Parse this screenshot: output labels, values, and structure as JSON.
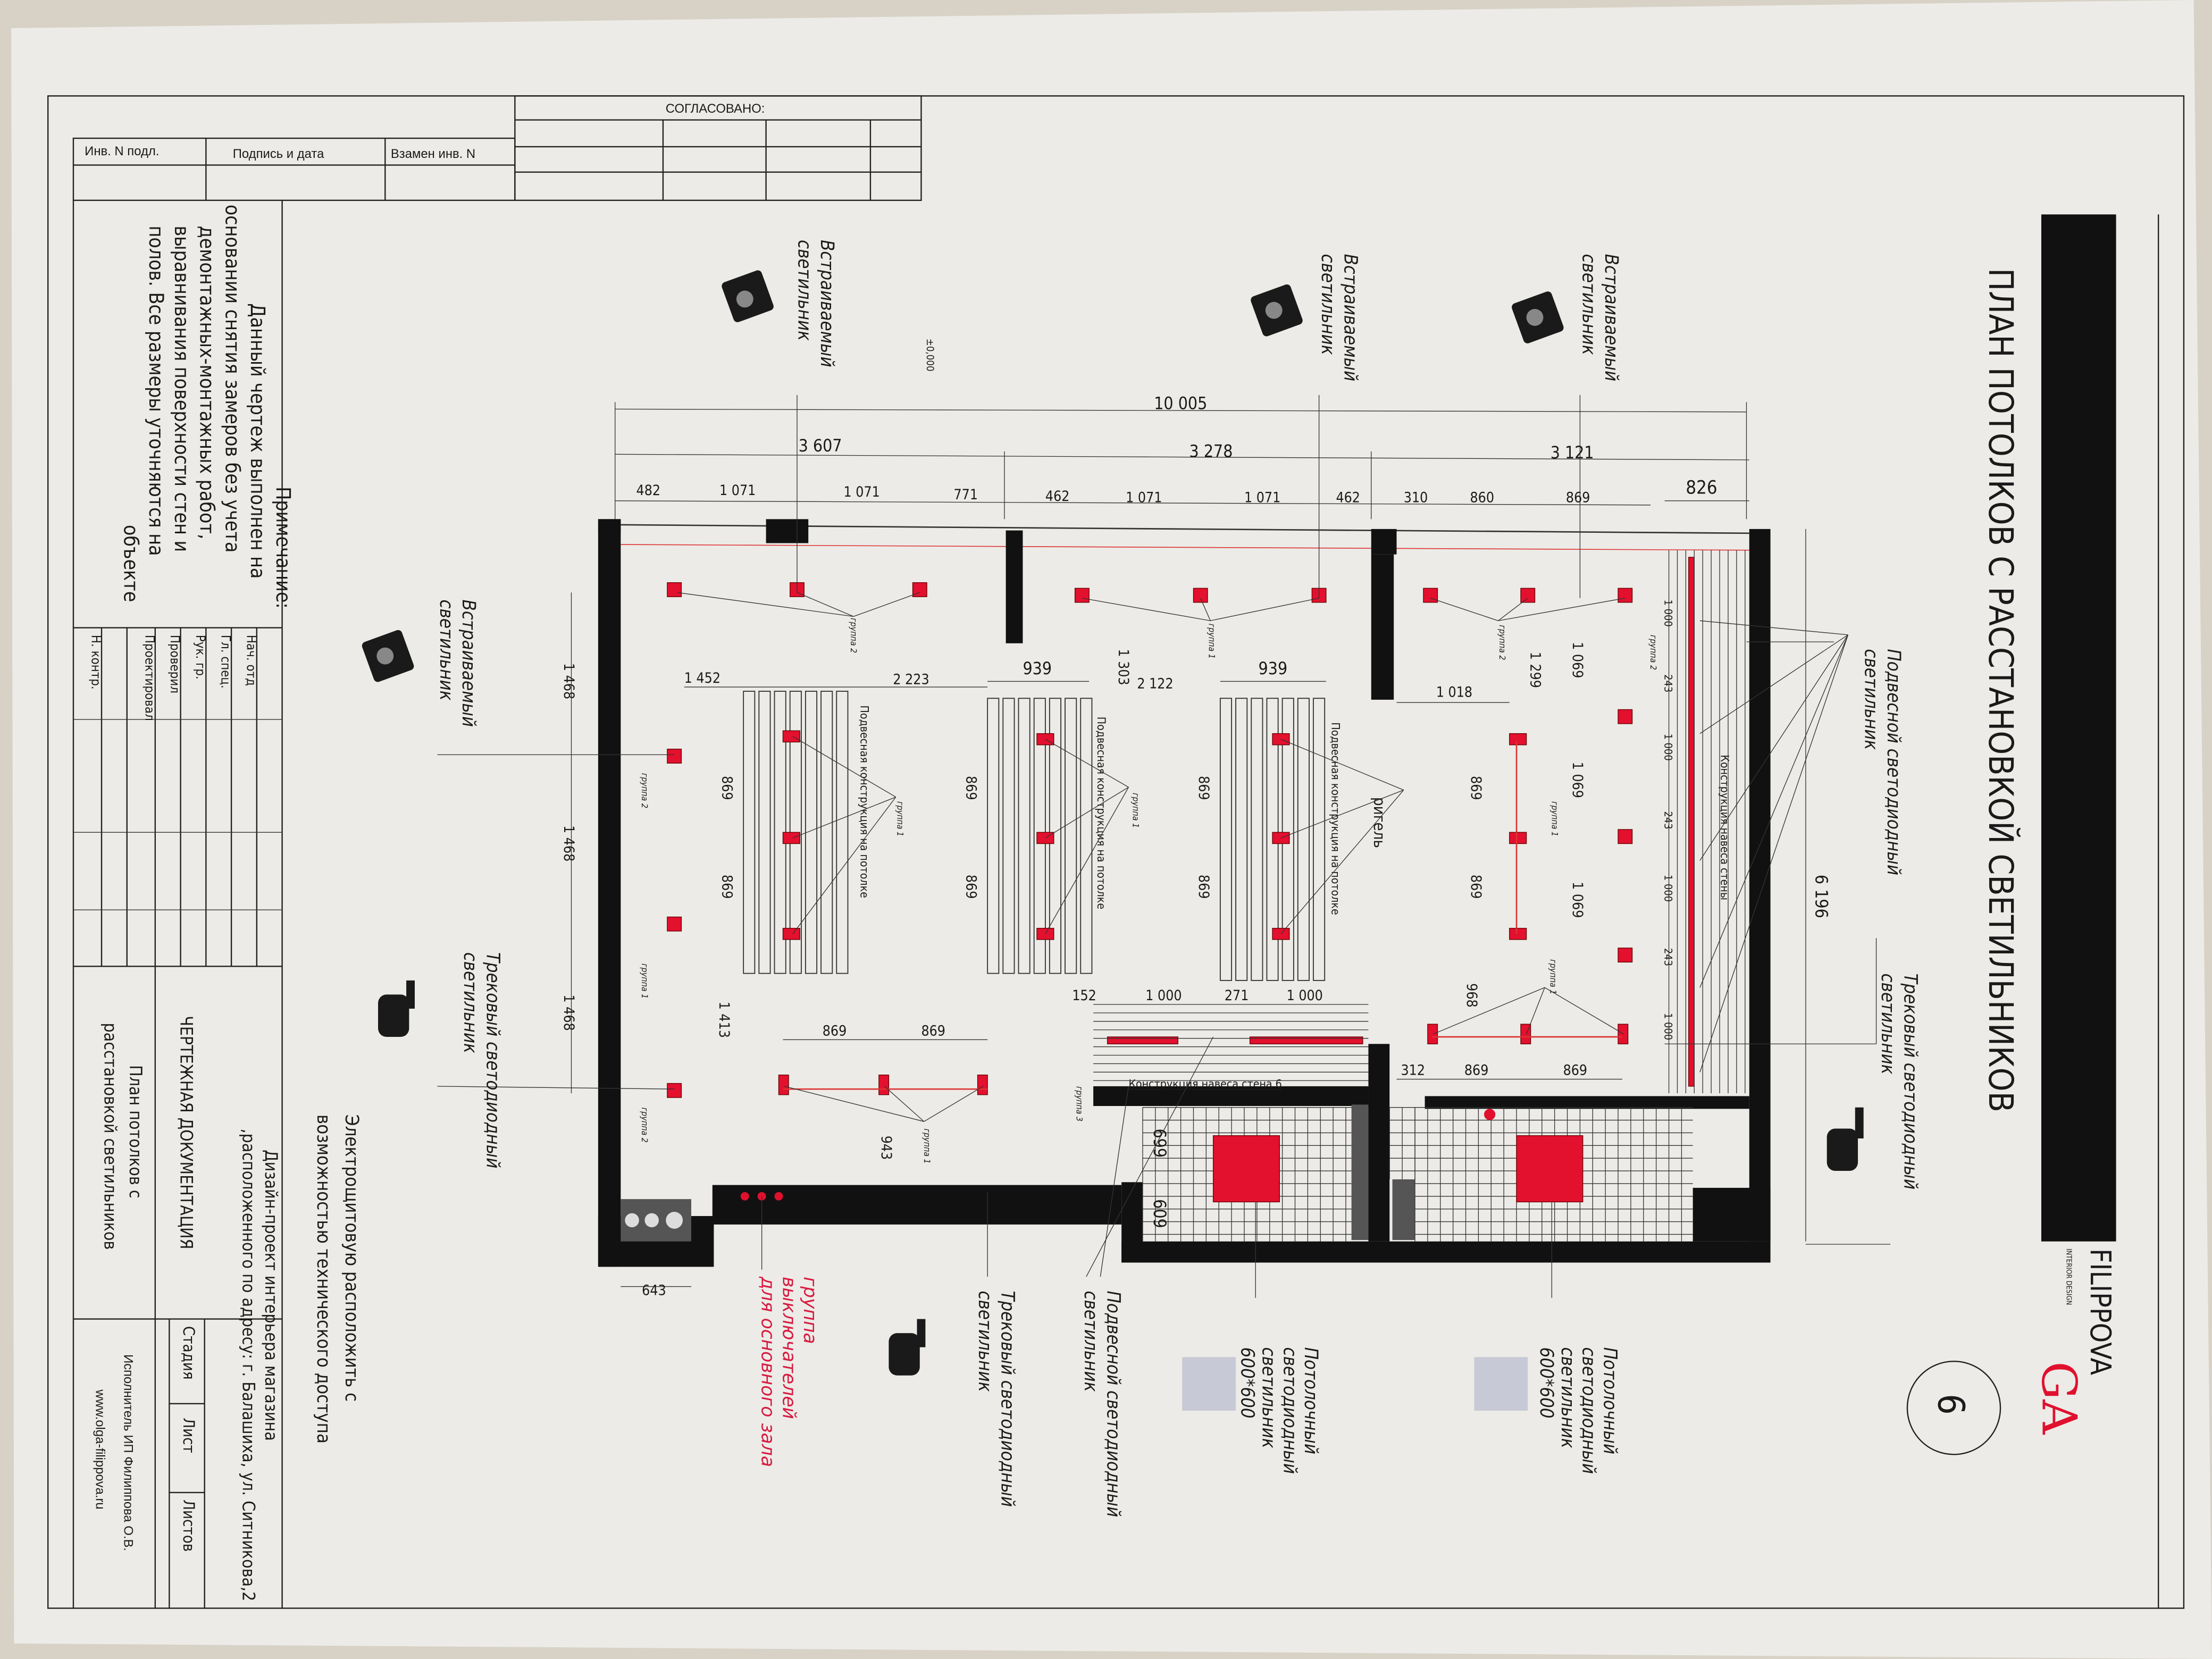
{
  "stamp": {
    "agreed": "СОГЛАСОВАНО:",
    "inv_podl": "Инв. N подл.",
    "signature_date": "Подпись и дата",
    "vzamen_inv": "Взамен инв. N"
  },
  "title": "ПЛАН ПОТОЛКОВ С РАССТАНОВКОЙ СВЕТИЛЬНИКОВ",
  "sheet_number": "6",
  "logo": {
    "name": "FILIPPOVA",
    "subtitle": "INTERIOR DESIGN",
    "monogram": "GA"
  },
  "note": {
    "heading": "Примечание:",
    "lines": [
      "Данный чертеж выполнен на",
      "основании снятия замеров без учета",
      "демонтажных-монтажных работ,",
      "выравнивания поверхности стен и",
      "полов. Все размеры уточняются на",
      "объекте"
    ]
  },
  "title_block": {
    "roles": [
      "Нач. отд",
      "Гл. спец.",
      "Рук. гр.",
      "Проверил",
      "Проектировал",
      "Н. контр."
    ],
    "electrical_note": [
      "Электрощитовую расположить с",
      "возможностью технического доступа"
    ],
    "project": [
      "Дизайн-проект интерьера магазина",
      ",расположенного по адресу: г. Балашиха, ул. Ситникова,2"
    ],
    "doc_type": "ЧЕРТЕЖНАЯ ДОКУМЕНТАЦИЯ",
    "sheet_title": [
      "План потолков с",
      "расстановкой светильников"
    ],
    "stage": "Стадия",
    "sheet": "Лист",
    "sheets": "Листов",
    "executor": "Исполнитель ИП Филиппова О.В.",
    "website": "www.olga-filippova.ru"
  },
  "labels": {
    "embedded": [
      "Встраиваемый",
      "светильник"
    ],
    "pendant": [
      "Подвесной светодиодный",
      "светильник"
    ],
    "track": [
      "Трековый светодиодный",
      "светильник"
    ],
    "panel": [
      "Потолочный",
      "светодиодный",
      "светильник",
      "600*600"
    ],
    "switches": [
      "группа",
      "выключателей",
      "для основного зала"
    ],
    "suspended_structure": "Подвесная конструкция на потолке",
    "canopy_wall_6": "Конструкция навеса стена 6",
    "canopy_wall_5": "Конструкция навеса стены",
    "beam": "ригель",
    "level": "±0,000",
    "group1": "группа 1",
    "group2": "группа 2",
    "group3": "группа 3"
  },
  "dimensions": {
    "total": "10 005",
    "sections": [
      "3 607",
      "3 278",
      "3 121"
    ],
    "top_row": [
      "482",
      "1 071",
      "1 071",
      "771",
      "462",
      "1 071",
      "1 071",
      "462",
      "310",
      "860",
      "869",
      "826"
    ],
    "left_column": [
      "1 468",
      "1 468",
      "1 468",
      "1 413"
    ],
    "mid": [
      "1 452",
      "2 223",
      "939",
      "1 303",
      "2 122",
      "939",
      "1 018"
    ],
    "structure": [
      "869",
      "869"
    ],
    "right_column": [
      "1 069",
      "1 069",
      "1 069",
      "968",
      "1 299"
    ],
    "right_slats": [
      "1 000",
      "243",
      "1 000",
      "243",
      "1 000",
      "243",
      "1 000"
    ],
    "overall_height": "6 196",
    "canopy_row": [
      "152",
      "1 000",
      "271",
      "1 000"
    ],
    "bottom_left": [
      "869",
      "869",
      "943"
    ],
    "bottom_right": [
      "312",
      "869",
      "869"
    ],
    "misc": [
      "643",
      "699",
      "609"
    ]
  },
  "colors": {
    "accent_red": "#e0102e",
    "wall": "#111111",
    "paper": "#ecebe7"
  }
}
